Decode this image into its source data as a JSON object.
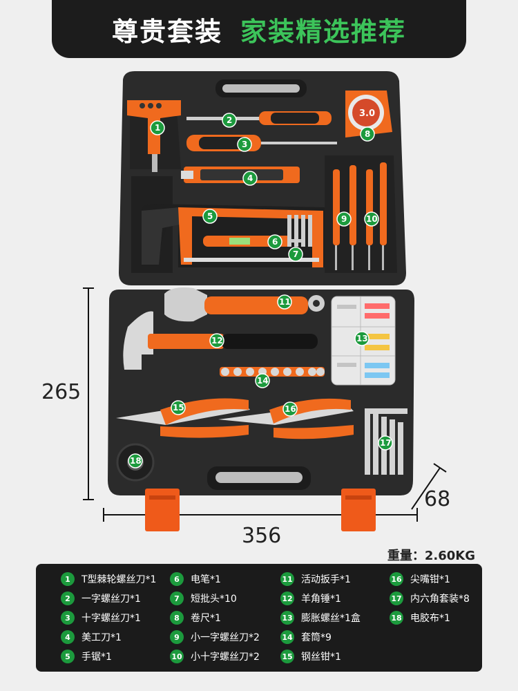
{
  "header": {
    "title_white": "尊贵套装",
    "title_green": "家装精选推荐"
  },
  "dimensions": {
    "height": "265",
    "width": "356",
    "depth": "68"
  },
  "weight": "重量：2.60KG",
  "tape_label": "3.0",
  "legend": [
    {
      "num": "1",
      "label": "T型棘轮螺丝刀*1"
    },
    {
      "num": "2",
      "label": "一字螺丝刀*1"
    },
    {
      "num": "3",
      "label": "十字螺丝刀*1"
    },
    {
      "num": "4",
      "label": "美工刀*1"
    },
    {
      "num": "5",
      "label": "手锯*1"
    },
    {
      "num": "6",
      "label": "电笔*1"
    },
    {
      "num": "7",
      "label": "短批头*10"
    },
    {
      "num": "8",
      "label": "卷尺*1"
    },
    {
      "num": "9",
      "label": "小一字螺丝刀*2"
    },
    {
      "num": "10",
      "label": "小十字螺丝刀*2"
    },
    {
      "num": "11",
      "label": "活动扳手*1"
    },
    {
      "num": "12",
      "label": "羊角锤*1"
    },
    {
      "num": "13",
      "label": "膨胀螺丝*1盒"
    },
    {
      "num": "14",
      "label": "套筒*9"
    },
    {
      "num": "15",
      "label": "钢丝钳*1"
    },
    {
      "num": "16",
      "label": "尖嘴钳*1"
    },
    {
      "num": "17",
      "label": "内六角套装*8"
    },
    {
      "num": "18",
      "label": "电胶布*1"
    }
  ],
  "colors": {
    "accent_green": "#1c9a3d",
    "tool_orange": "#f06a1e",
    "case_black": "#2a2a2a"
  }
}
